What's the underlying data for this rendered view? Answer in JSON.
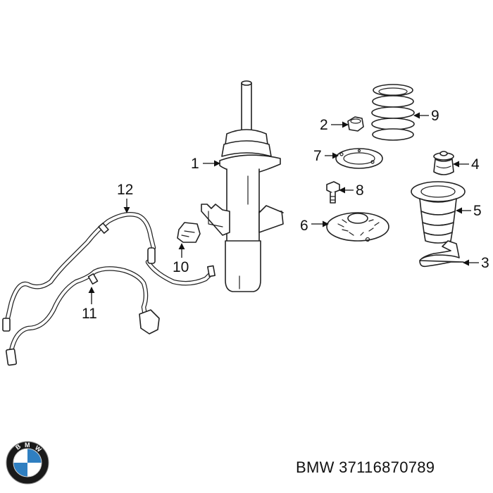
{
  "callouts": [
    "1",
    "2",
    "3",
    "4",
    "5",
    "6",
    "7",
    "8",
    "9",
    "10",
    "11",
    "12"
  ],
  "footer": {
    "brand": "BMW",
    "part_number": "37116870789",
    "label": "BMW 37116870789"
  },
  "logo": {
    "text": "BMW",
    "colors": {
      "ring": "#1a1a1a",
      "blue": "#2f7fc1",
      "white": "#ffffff"
    }
  }
}
